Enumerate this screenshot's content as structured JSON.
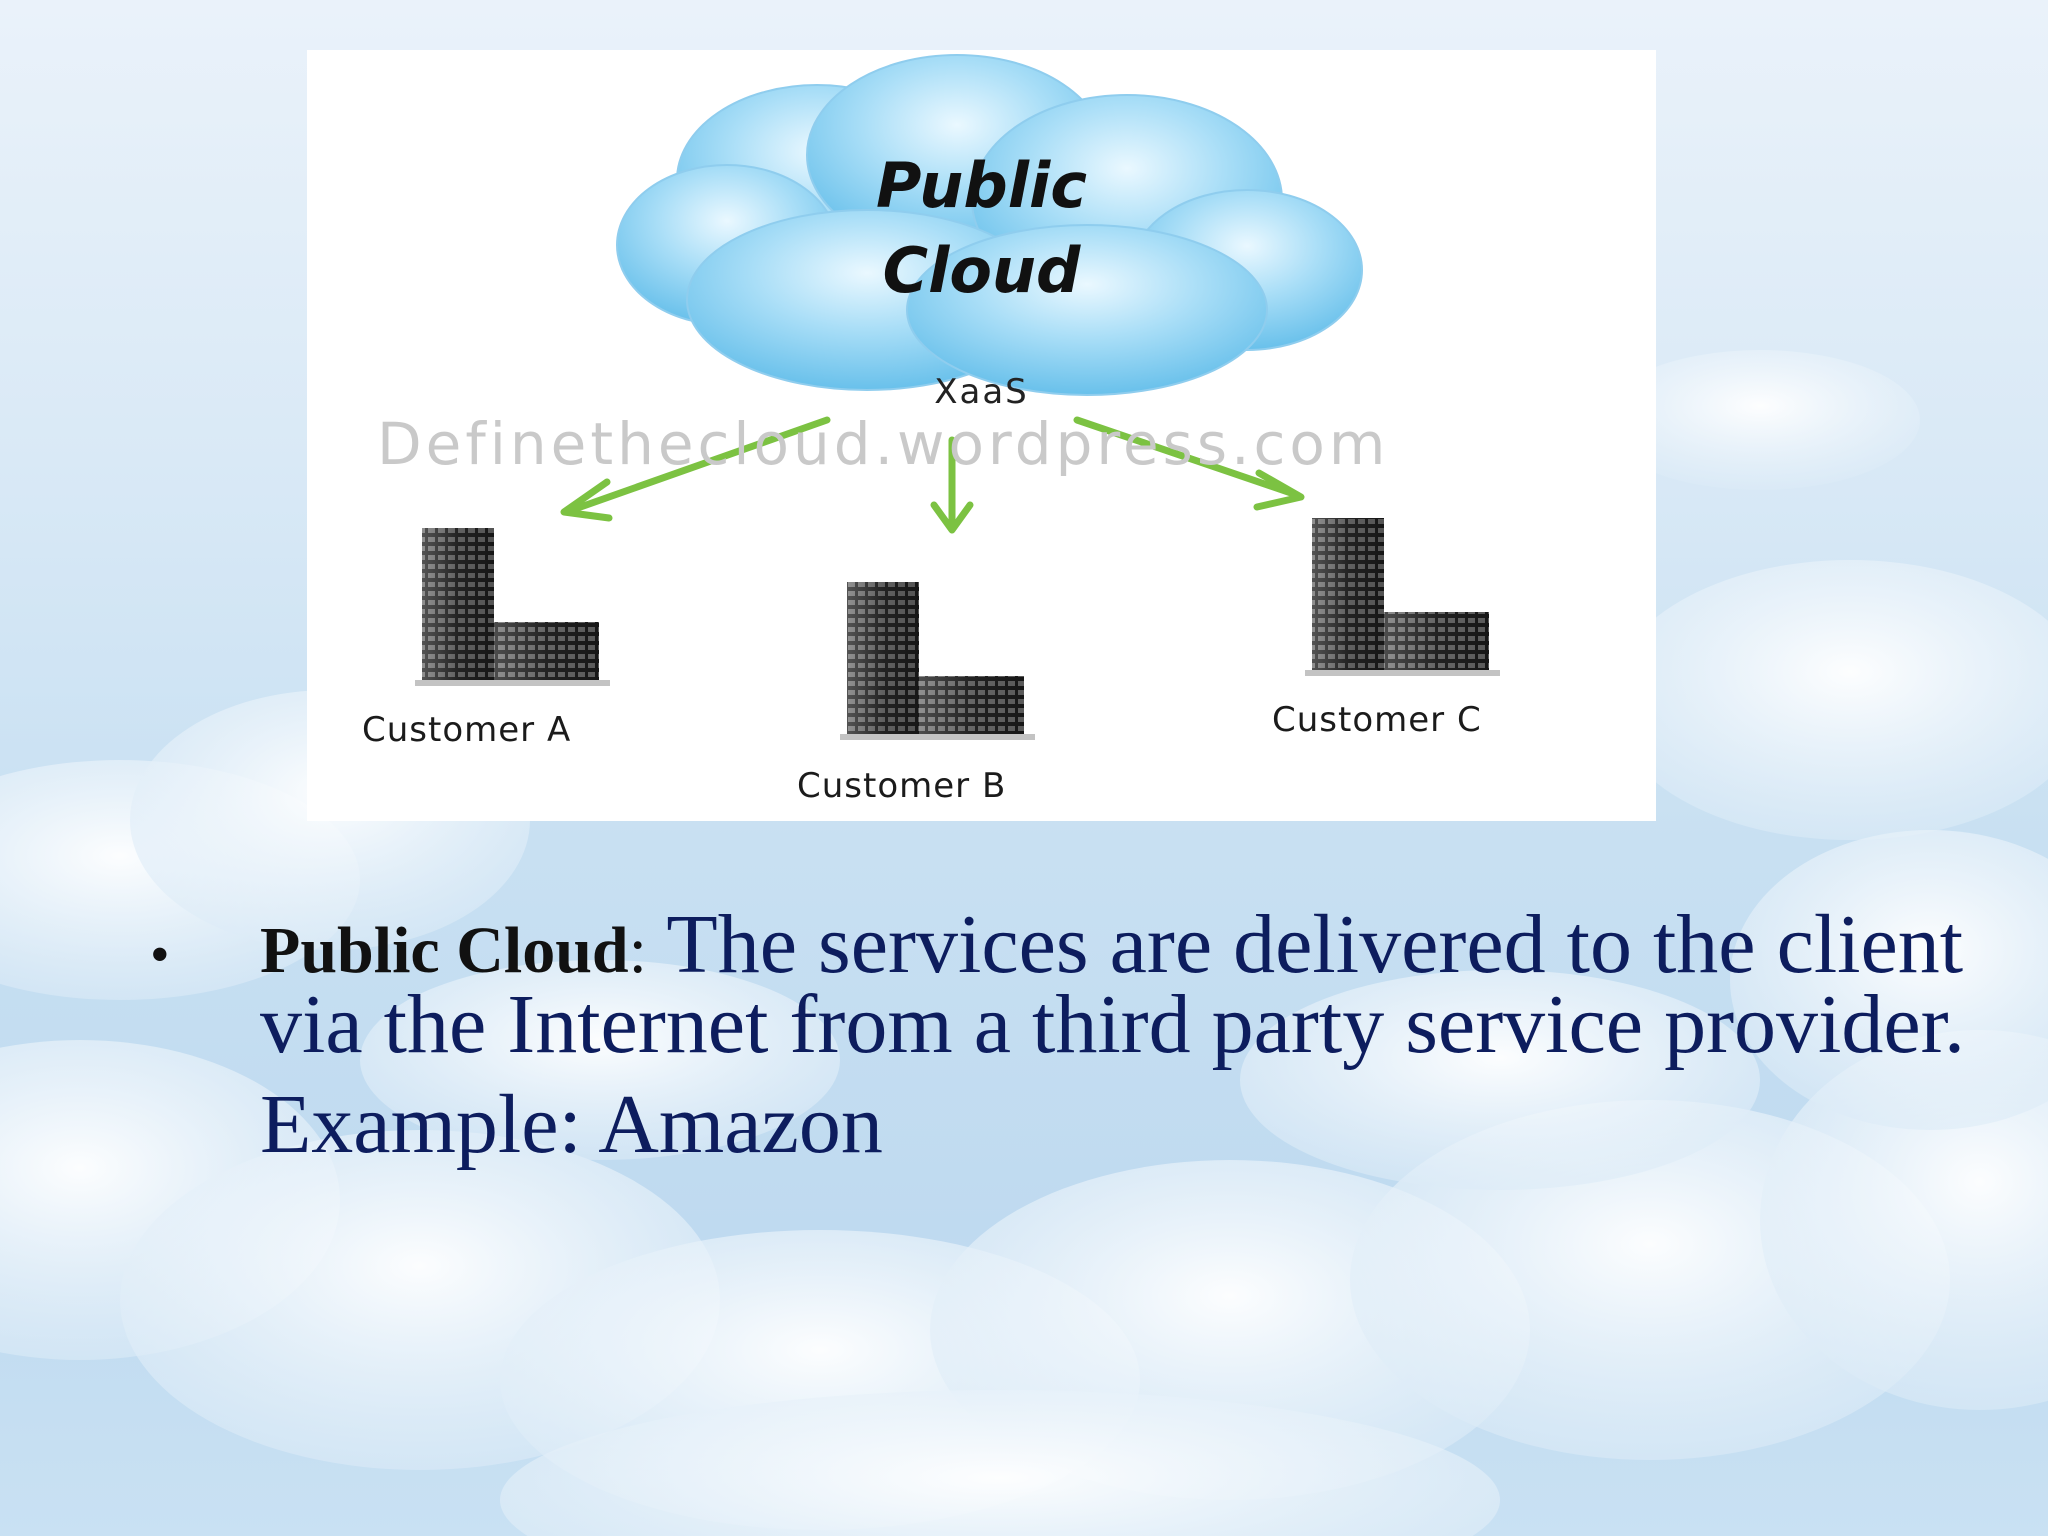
{
  "diagram": {
    "cloud_title_line1": "Public",
    "cloud_title_line2": "Cloud",
    "connector_label": "XaaS",
    "watermark": "Definethecloud.wordpress.com",
    "customers": [
      "Customer A",
      "Customer B",
      "Customer C"
    ],
    "colors": {
      "cloud": "#7ccaf0",
      "arrow": "#7cc242",
      "building": "#3a3a3a"
    }
  },
  "content": {
    "bullet": "•",
    "term": "Public Cloud",
    "colon": ":",
    "description": " The services are delivered to the client via the Internet from a third party service provider.",
    "example": "Example: Amazon",
    "text_color": "#0d1d5e"
  }
}
